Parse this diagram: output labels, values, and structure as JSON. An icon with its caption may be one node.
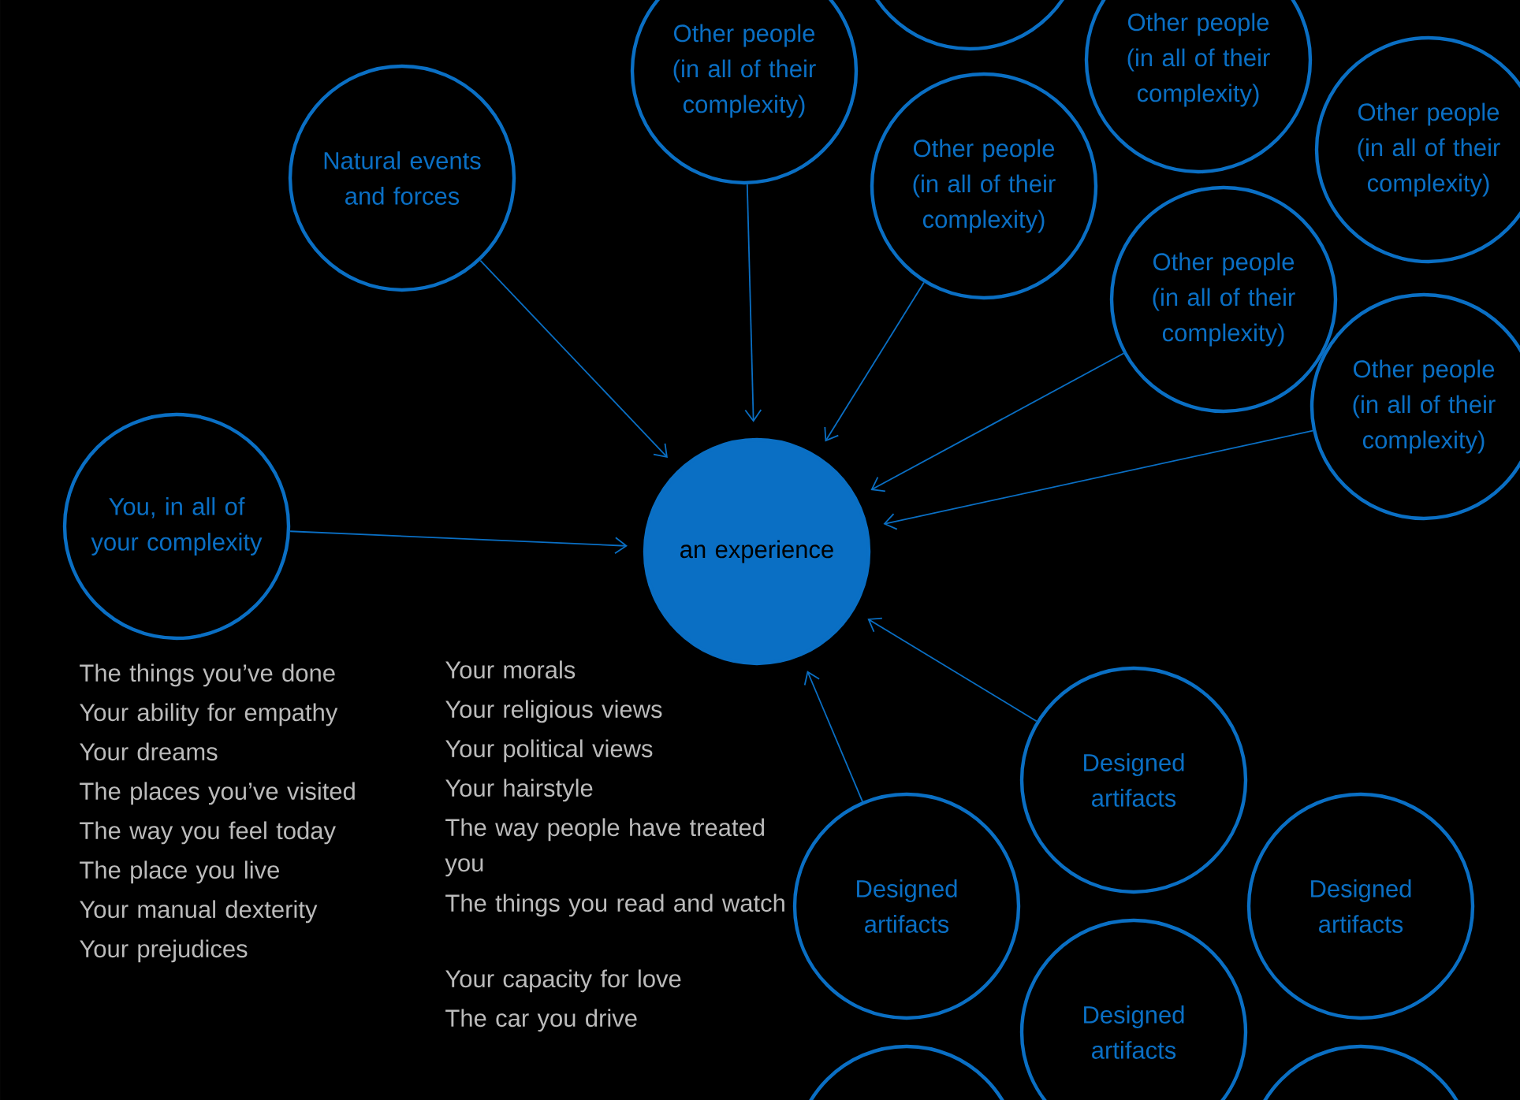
{
  "diagram": {
    "nodes": [
      {
        "text": [
          "You, in all of your complexity"
        ]
      },
      {
        "text": [
          "Natural events and forces"
        ]
      },
      {
        "text": [
          "Other people (in all of their complexity)"
        ]
      },
      {
        "text": [],
        "shape": "circle"
      },
      {
        "text": [
          "Other people (in all of their complexity)"
        ]
      },
      {
        "text": [
          "Other people (in all of their complexity)"
        ]
      },
      {
        "text": [
          "Other people (in all of their complexity)"
        ]
      },
      {
        "text": [
          "Other people (in all of their complexity)"
        ]
      },
      {
        "text": [
          "Other people (in all of their complexity)"
        ]
      },
      {
        "text": [
          "an experience"
        ]
      },
      {
        "text": [
          "Designed artifacts"
        ]
      },
      {
        "text": [
          "Designed artifacts"
        ]
      },
      {
        "text": [
          "Designed artifacts"
        ]
      },
      {
        "text": [
          "Designed artifacts"
        ]
      },
      {
        "text": [],
        "shape": "circle"
      },
      {
        "text": [],
        "shape": "circle"
      }
    ],
    "edges": [
      {
        "from": 0,
        "to": 9,
        "arrow": "to"
      },
      {
        "from": 1,
        "to": 9,
        "arrow": "to"
      },
      {
        "from": 2,
        "to": 9,
        "arrow": "to"
      },
      {
        "from": 6,
        "to": 9,
        "arrow": "to"
      },
      {
        "from": 7,
        "to": 9,
        "arrow": "to"
      },
      {
        "from": 8,
        "to": 9,
        "arrow": "to"
      },
      {
        "from": 10,
        "to": 9,
        "arrow": "to"
      },
      {
        "from": 11,
        "to": 9,
        "arrow": "to"
      }
    ],
    "labels": [
      "The things you’ve done",
      "Your ability for empathy",
      "Your dreams",
      "The places you’ve visited",
      "The way you feel today",
      "The place you live",
      "Your manual dexterity",
      "Your prejudices",
      "Your morals",
      "Your religious views",
      "Your political views",
      "Your hairstyle",
      "The way people have treated you",
      "The things you read and watch",
      "Your capacity for love",
      "The car you drive"
    ]
  }
}
